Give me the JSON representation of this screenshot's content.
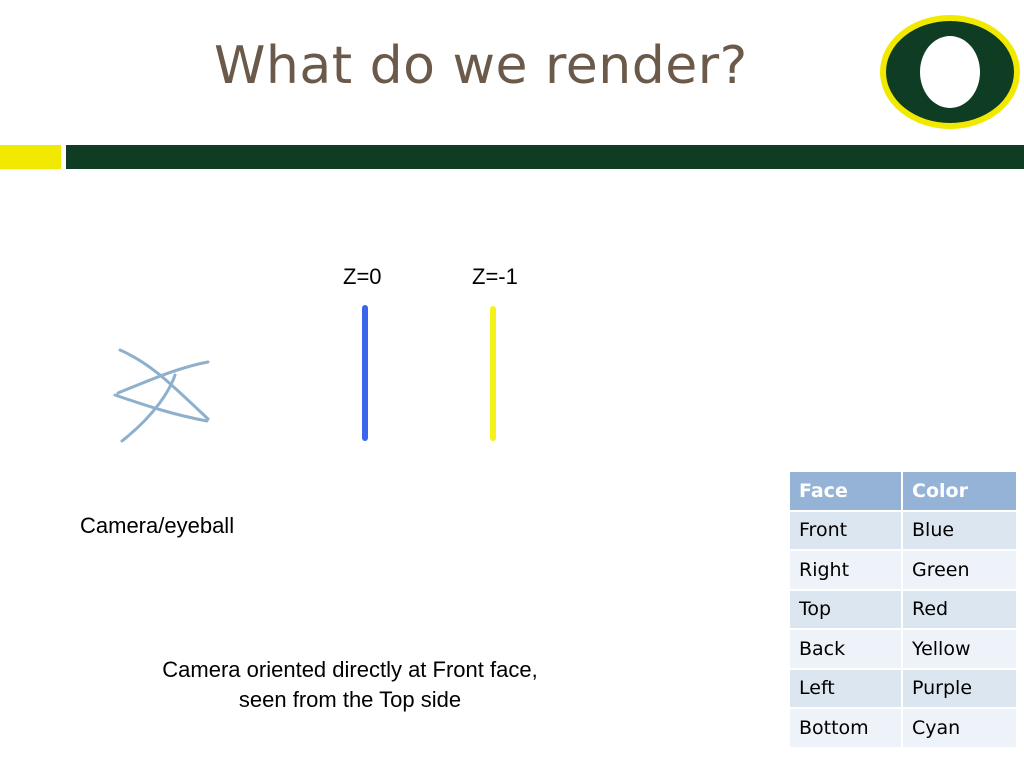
{
  "slide": {
    "title": "What do we render?",
    "logo_letter": "O",
    "brand_colors": {
      "green": "#0f3d24",
      "yellow": "#f2e900"
    }
  },
  "diagram": {
    "z0_label": "Z=0",
    "z1_label": "Z=-1",
    "front_face_color": "#3a66ec",
    "back_face_color": "#f5f21a",
    "camera_label": "Camera/eyeball",
    "caption_line1": "Camera oriented directly at Front face,",
    "caption_line2": "seen from the Top side"
  },
  "table": {
    "headers": [
      "Face",
      "Color"
    ],
    "rows": [
      [
        "Front",
        "Blue"
      ],
      [
        "Right",
        "Green"
      ],
      [
        "Top",
        "Red"
      ],
      [
        "Back",
        "Yellow"
      ],
      [
        "Left",
        "Purple"
      ],
      [
        "Bottom",
        "Cyan"
      ]
    ]
  }
}
